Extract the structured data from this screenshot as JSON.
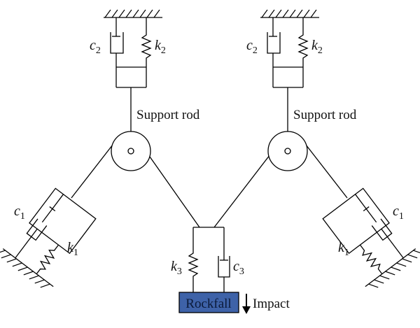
{
  "labels": {
    "support_rod_left": "Support rod",
    "support_rod_right": "Support rod",
    "rockfall": "Rockfall",
    "impact": "Impact"
  },
  "symbols": {
    "top_left_damper": {
      "base": "c",
      "sub": "2"
    },
    "top_left_spring": {
      "base": "k",
      "sub": "2"
    },
    "top_right_damper": {
      "base": "c",
      "sub": "2"
    },
    "top_right_spring": {
      "base": "k",
      "sub": "2"
    },
    "left_damper": {
      "base": "c",
      "sub": "1"
    },
    "left_spring": {
      "base": "k",
      "sub": "1"
    },
    "right_damper": {
      "base": "c",
      "sub": "1"
    },
    "right_spring": {
      "base": "k",
      "sub": "1"
    },
    "bottom_spring": {
      "base": "k",
      "sub": "3"
    },
    "bottom_damper": {
      "base": "c",
      "sub": "3"
    }
  },
  "colors": {
    "rockfall_fill": "#3e62a8",
    "line": "#000000"
  }
}
